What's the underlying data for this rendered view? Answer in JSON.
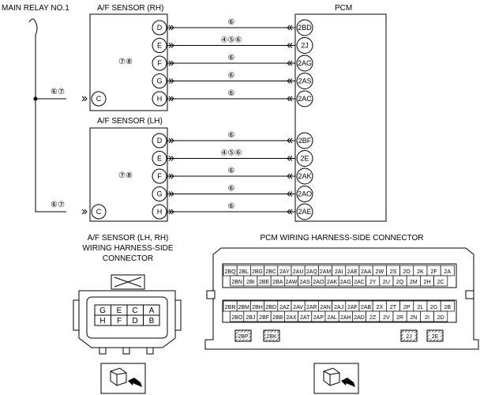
{
  "labels": {
    "main_relay": "MAIN RELAY NO.1",
    "sensor_rh": "A/F SENSOR (RH)",
    "sensor_lh": "A/F SENSOR (LH)",
    "pcm": "PCM",
    "conn_left_1": "A/F SENSOR (LH, RH)",
    "conn_left_2": "WIRING HARNESS-SIDE",
    "conn_left_3": "CONNECTOR",
    "conn_right": "PCM WIRING HARNESS-SIDE CONNECTOR"
  },
  "sensor_rh": {
    "inner_label": "⑦⑧",
    "pins": [
      "D",
      "E",
      "F",
      "G",
      "H"
    ],
    "pin_c": "C",
    "relay_circuit": "⑥⑦"
  },
  "sensor_lh": {
    "inner_label": "⑦⑧",
    "pins": [
      "D",
      "E",
      "F",
      "G",
      "H"
    ],
    "pin_c": "C",
    "relay_circuit": "⑥⑦"
  },
  "wires_rh": [
    {
      "circuit": "⑥",
      "pcm_pin": "2BD"
    },
    {
      "circuit": "④⑤⑥",
      "pcm_pin": "2J"
    },
    {
      "circuit": "⑥",
      "pcm_pin": "2AG"
    },
    {
      "circuit": "⑥",
      "pcm_pin": "2AS"
    },
    {
      "circuit": "⑥",
      "pcm_pin": "2AC"
    }
  ],
  "wires_lh": [
    {
      "circuit": "⑥",
      "pcm_pin": "2BF"
    },
    {
      "circuit": "④⑤⑥",
      "pcm_pin": "2E"
    },
    {
      "circuit": "⑥",
      "pcm_pin": "2AK"
    },
    {
      "circuit": "⑥",
      "pcm_pin": "2AO"
    },
    {
      "circuit": "⑥",
      "pcm_pin": "2AE"
    }
  ],
  "sensor_connector": {
    "top_row": [
      "G",
      "E",
      "C",
      "A"
    ],
    "bottom_row": [
      "H",
      "F",
      "D",
      "B"
    ]
  },
  "pcm_connector": {
    "upper_row1": [
      "2BQ",
      "2BL",
      "2BG",
      "2BC",
      "2AY",
      "2AU",
      "2AQ",
      "2AM",
      "2AI",
      "2AE",
      "2AA",
      "2W",
      "2S",
      "2O",
      "2K",
      "2F",
      "2A"
    ],
    "upper_row2": [
      "2BN",
      "2BI",
      "2BE",
      "2BA",
      "2AW",
      "2AS",
      "2AO",
      "2AK",
      "2AG",
      "2AC",
      "2Y",
      "2U",
      "2Q",
      "2M",
      "2H",
      "2C"
    ],
    "lower_row1": [
      "2BR",
      "2BM",
      "2BH",
      "2BD",
      "2AZ",
      "2AV",
      "2AR",
      "2AN",
      "2AJ",
      "2AF",
      "2AB",
      "2X",
      "2T",
      "2P",
      "2L",
      "2G",
      "2B"
    ],
    "lower_row2": [
      "2BO",
      "2BJ",
      "2BF",
      "2BB",
      "2AX",
      "2AT",
      "2AP",
      "2AL",
      "2AH",
      "2AD",
      "2Z",
      "2V",
      "2R",
      "2N",
      "2I",
      "2D"
    ],
    "hatched_pins": [
      "2BP",
      "2BK",
      "2J",
      "2E"
    ]
  }
}
